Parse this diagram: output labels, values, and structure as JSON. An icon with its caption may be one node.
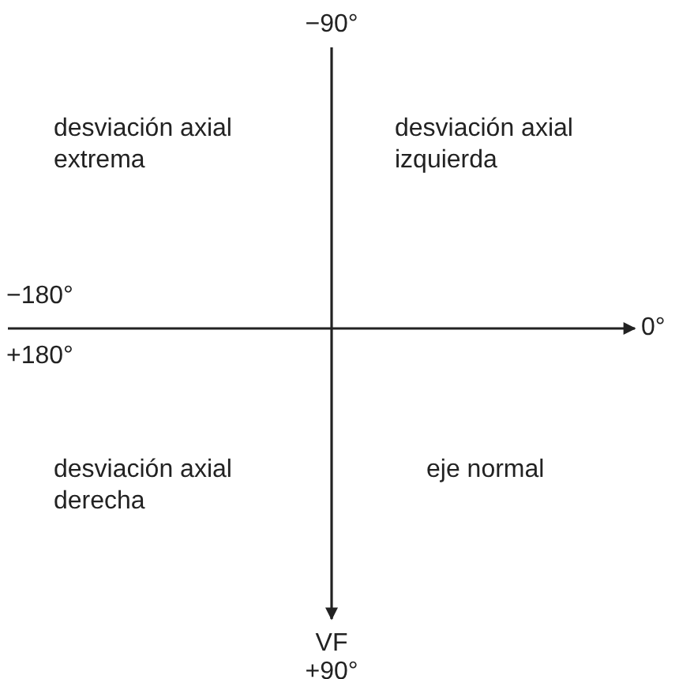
{
  "diagram": {
    "labels": [
      "−90°",
      "desviación axial extrema",
      "desviación axial izquierda",
      "−180°",
      "0°",
      "+180°",
      "desviación axial derecha",
      "eje normal",
      "VF",
      "+90°"
    ]
  }
}
